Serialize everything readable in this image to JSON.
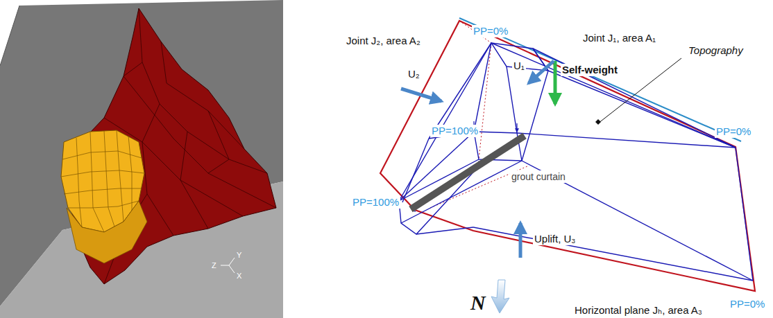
{
  "diagram": {
    "labels": [
      "Joint J₂, area A₂",
      "PP=0%",
      "Joint J₁, area A₁",
      "U₁",
      "Topography",
      "U₂",
      "Self-weight",
      "PP=0%",
      "PP=100%",
      "grout curtain",
      "Uplift, U₃",
      "PP=100%",
      "PP=0%",
      "N",
      "Horizontal plane Jₕ, area A₃",
      "Z",
      "Y",
      "X"
    ]
  }
}
